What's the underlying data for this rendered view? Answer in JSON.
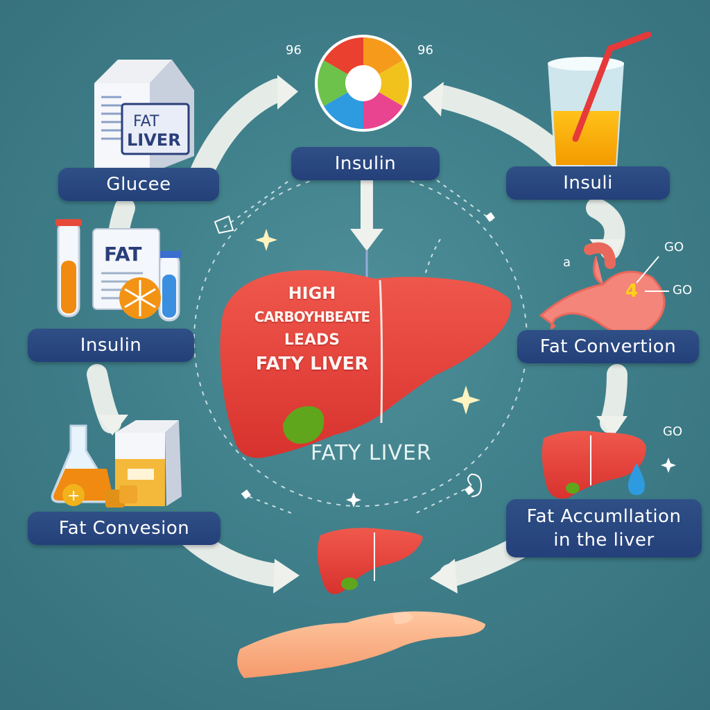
{
  "labels": {
    "top_center": "Insulin",
    "top_left": "Glucee",
    "top_right": "Insuli",
    "mid_left": "Insulin",
    "mid_right": "Fat Convertion",
    "bottom_left": "Fat Convesion",
    "bottom_right_line1": "Fat Accumllation",
    "bottom_right_line2": "in the liver"
  },
  "liver_text": [
    "HIGH",
    "CARBOYHBEATE",
    "LEADS",
    "FATY LIVER"
  ],
  "faty_liver": "FATY LIVER",
  "carton_text": [
    "FAT",
    "LIVER"
  ],
  "fat_sheet_text": "FAT",
  "stomach_number": "4",
  "marks": {
    "top_left": "96",
    "top_right": "96",
    "right_a": "GO",
    "right_b": "GO",
    "right_c": "GO",
    "right_small": "a"
  },
  "colors": {
    "background": "#3f7f8a",
    "pill": "#2a4780",
    "liver": "#e8403a",
    "arrow": "#eef1ec",
    "gallbladder": "#5fa61c"
  }
}
